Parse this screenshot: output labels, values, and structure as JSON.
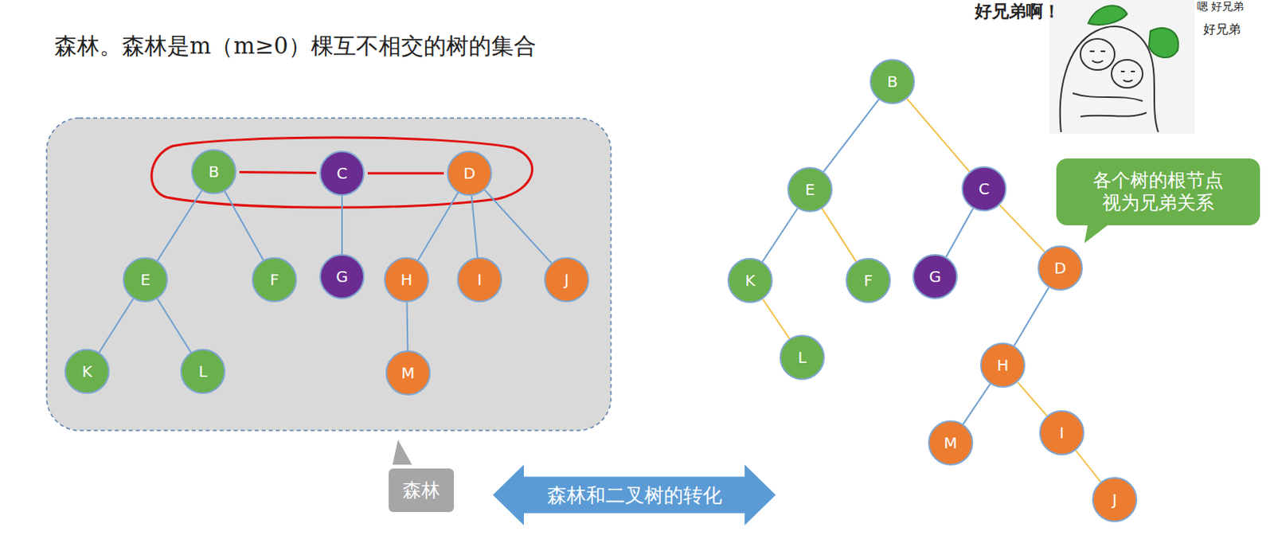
{
  "diagram": {
    "title": "森林。森林是m（m≥0）棵互不相交的树的集合",
    "nodes": [
      {
        "text": [
          "B"
        ]
      },
      {
        "text": [
          "C"
        ]
      },
      {
        "text": [
          "D"
        ]
      },
      {
        "text": [
          "E"
        ]
      },
      {
        "text": [
          "F"
        ]
      },
      {
        "text": [
          "G"
        ]
      },
      {
        "text": [
          "H"
        ]
      },
      {
        "text": [
          "I"
        ]
      },
      {
        "text": [
          "J"
        ]
      },
      {
        "text": [
          "K"
        ]
      },
      {
        "text": [
          "L"
        ]
      },
      {
        "text": [
          "M"
        ]
      },
      {
        "text": [
          "B"
        ]
      },
      {
        "text": [
          "E"
        ]
      },
      {
        "text": [
          "C"
        ]
      },
      {
        "text": [
          "K"
        ]
      },
      {
        "text": [
          "F"
        ]
      },
      {
        "text": [
          "G"
        ]
      },
      {
        "text": [
          "D"
        ]
      },
      {
        "text": [
          "L"
        ]
      },
      {
        "text": [
          "H"
        ]
      },
      {
        "text": [
          "M"
        ]
      },
      {
        "text": [
          "I"
        ]
      },
      {
        "text": [
          "J"
        ]
      },
      {
        "text": [
          "森林"
        ]
      },
      {
        "text": [
          "森林和二叉树的转化"
        ]
      },
      {
        "text": [
          "各个树的根节点视为兄弟关系"
        ]
      }
    ],
    "edges": [
      {
        "from": 0,
        "to": 1,
        "arrow": "none"
      },
      {
        "from": 1,
        "to": 2,
        "arrow": "none"
      },
      {
        "from": 0,
        "to": 3,
        "arrow": "none"
      },
      {
        "from": 0,
        "to": 4,
        "arrow": "none"
      },
      {
        "from": 3,
        "to": 9,
        "arrow": "none"
      },
      {
        "from": 3,
        "to": 10,
        "arrow": "none"
      },
      {
        "from": 1,
        "to": 5,
        "arrow": "none"
      },
      {
        "from": 2,
        "to": 6,
        "arrow": "none"
      },
      {
        "from": 2,
        "to": 7,
        "arrow": "none"
      },
      {
        "from": 2,
        "to": 8,
        "arrow": "none"
      },
      {
        "from": 6,
        "to": 11,
        "arrow": "none"
      },
      {
        "from": 12,
        "to": 13,
        "arrow": "none"
      },
      {
        "from": 12,
        "to": 14,
        "arrow": "none"
      },
      {
        "from": 13,
        "to": 15,
        "arrow": "none"
      },
      {
        "from": 13,
        "to": 16,
        "arrow": "none"
      },
      {
        "from": 15,
        "to": 19,
        "arrow": "none"
      },
      {
        "from": 14,
        "to": 17,
        "arrow": "none"
      },
      {
        "from": 14,
        "to": 18,
        "arrow": "none"
      },
      {
        "from": 18,
        "to": 20,
        "arrow": "none"
      },
      {
        "from": 20,
        "to": 21,
        "arrow": "none"
      },
      {
        "from": 20,
        "to": 22,
        "arrow": "none"
      },
      {
        "from": 22,
        "to": 23,
        "arrow": "none"
      }
    ],
    "labels": [
      "好兄弟啊！",
      "嗯 好兄弟",
      "好兄弟"
    ]
  }
}
